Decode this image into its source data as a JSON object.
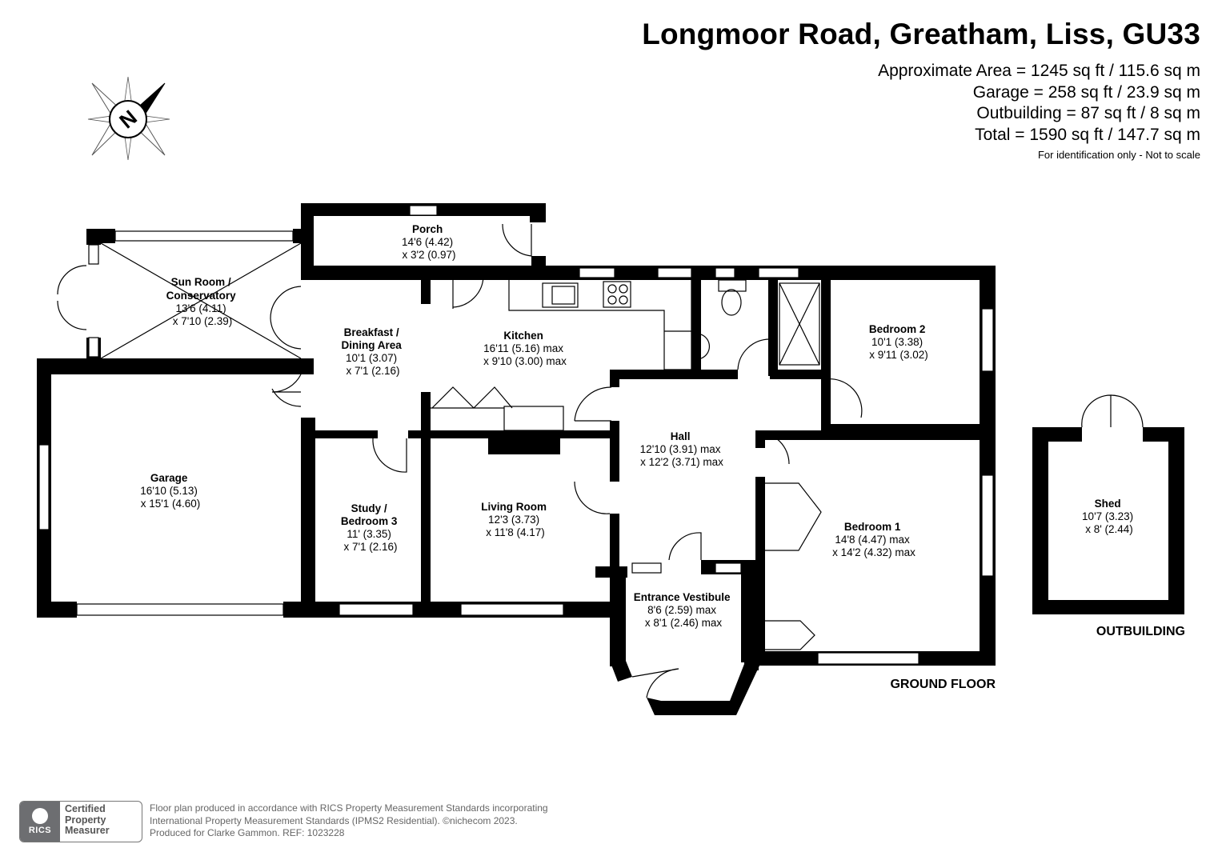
{
  "header": {
    "title": "Longmoor Road, Greatham, Liss, GU33",
    "areas": [
      "Approximate Area = 1245 sq ft / 115.6 sq m",
      "Garage = 258 sq ft / 23.9 sq m",
      "Outbuilding = 87 sq ft / 8 sq m",
      "Total = 1590 sq ft / 147.7 sq m"
    ],
    "disclaimer": "For identification only - Not to scale"
  },
  "compass": {
    "letter": "N",
    "icon": "north-compass-icon"
  },
  "rooms": [
    {
      "id": "porch",
      "lines": [
        "Porch",
        "14'6 (4.42)",
        "x 3'2 (0.97)"
      ]
    },
    {
      "id": "sunroom",
      "lines": [
        "Sun Room /",
        "Conservatory",
        "13'6 (4.11)",
        "x 7'10 (2.39)"
      ]
    },
    {
      "id": "breakfast",
      "lines": [
        "Breakfast /",
        "Dining Area",
        "10'1 (3.07)",
        "x 7'1 (2.16)"
      ]
    },
    {
      "id": "kitchen",
      "lines": [
        "Kitchen",
        "16'11 (5.16) max",
        "x 9'10 (3.00) max"
      ]
    },
    {
      "id": "bedroom2",
      "lines": [
        "Bedroom 2",
        "10'1 (3.38)",
        "x 9'11 (3.02)"
      ]
    },
    {
      "id": "garage",
      "lines": [
        "Garage",
        "16'10 (5.13)",
        "x 15'1 (4.60)"
      ]
    },
    {
      "id": "hall",
      "lines": [
        "Hall",
        "12'10 (3.91) max",
        "x 12'2 (3.71) max"
      ]
    },
    {
      "id": "study",
      "lines": [
        "Study /",
        "Bedroom 3",
        "11' (3.35)",
        "x 7'1 (2.16)"
      ]
    },
    {
      "id": "living",
      "lines": [
        "Living Room",
        "12'3 (3.73)",
        "x 11'8 (4.17)"
      ]
    },
    {
      "id": "bedroom1",
      "lines": [
        "Bedroom 1",
        "14'8 (4.47) max",
        "x 14'2 (4.32) max"
      ]
    },
    {
      "id": "vestibule",
      "lines": [
        "Entrance Vestibule",
        "8'6 (2.59) max",
        "x 8'1 (2.46) max"
      ]
    },
    {
      "id": "shed",
      "lines": [
        "Shed",
        "10'7 (3.23)",
        "x 8' (2.44)"
      ]
    }
  ],
  "floor_labels": {
    "ground": "GROUND FLOOR",
    "outbuilding": "OUTBUILDING"
  },
  "footer": {
    "badge": {
      "logo_text": "RICS",
      "cert_text": "Certified\nProperty\nMeasurer"
    },
    "lines": [
      "Floor plan produced in accordance with RICS Property Measurement Standards incorporating",
      "International Property Measurement Standards (IPMS2 Residential).   ©nichecom 2023.",
      "Produced for Clarke Gammon.   REF: 1023228"
    ]
  }
}
